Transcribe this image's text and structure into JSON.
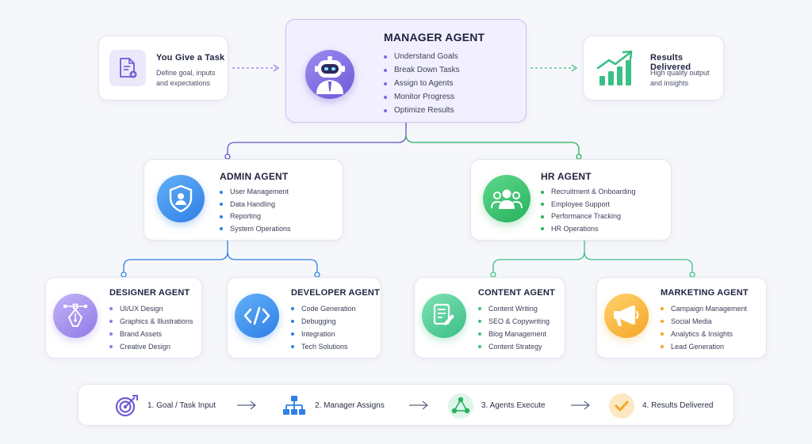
{
  "task": {
    "title": "You Give a Task",
    "description": "Define goal, inputs and expectations",
    "icon": "document-icon"
  },
  "manager": {
    "title": "MANAGER AGENT",
    "icon": "robot-icon",
    "items": [
      "Understand Goals",
      "Break Down Tasks",
      "Assign to Agents",
      "Monitor Progress",
      "Optimize Results"
    ]
  },
  "results": {
    "title": "Results Delivered",
    "description": "High quality output and insights",
    "icon": "growth-chart-icon"
  },
  "admin": {
    "title": "ADMIN AGENT",
    "icon": "shield-user-icon",
    "items": [
      "User Management",
      "Data Handling",
      "Reporting",
      "System Operations"
    ]
  },
  "hr": {
    "title": "HR AGENT",
    "icon": "team-icon",
    "items": [
      "Recruitment & Onboarding",
      "Employee Support",
      "Performance Tracking",
      "HR Operations"
    ]
  },
  "designer": {
    "title": "DESIGNER AGENT",
    "icon": "pen-tool-icon",
    "items": [
      "UI/UX Design",
      "Graphics & Illustrations",
      "Brand Assets",
      "Creative Design"
    ]
  },
  "developer": {
    "title": "DEVELOPER AGENT",
    "icon": "code-icon",
    "items": [
      "Code Generation",
      "Debugging",
      "Integration",
      "Tech Solutions"
    ]
  },
  "content": {
    "title": "CONTENT AGENT",
    "icon": "edit-document-icon",
    "items": [
      "Content Writing",
      "SEO & Copywriting",
      "Blog Management",
      "Content Strategy"
    ]
  },
  "marketing": {
    "title": "MARKETING AGENT",
    "icon": "megaphone-icon",
    "items": [
      "Campaign Management",
      "Social Media",
      "Analytics & Insights",
      "Lead Generation"
    ]
  },
  "process": {
    "steps": [
      {
        "label": "1. Goal / Task Input",
        "icon": "target-icon"
      },
      {
        "label": "2. Manager Assigns",
        "icon": "hierarchy-icon"
      },
      {
        "label": "3. Agents Execute",
        "icon": "network-icon"
      },
      {
        "label": "4. Results Delivered",
        "icon": "check-icon"
      }
    ]
  },
  "colors": {
    "manager": "#6c5ad6",
    "admin": "#2e7fe6",
    "hr": "#27b25c",
    "designer": "#8f7ae6",
    "content": "#3bbf86",
    "marketing": "#f5a524"
  }
}
